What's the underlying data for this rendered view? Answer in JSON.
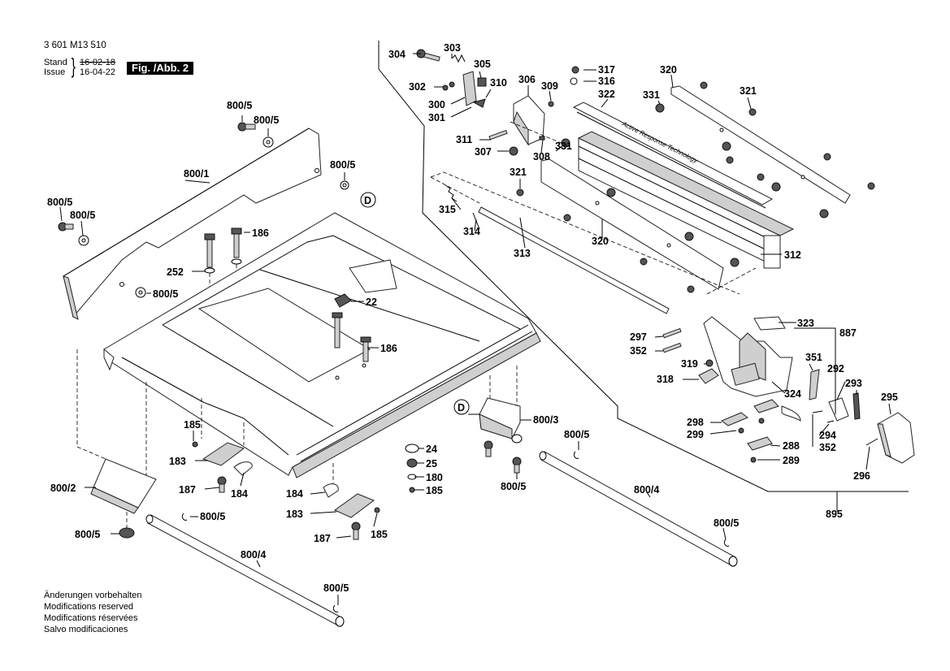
{
  "header": {
    "doc_number": "3 601 M13 510",
    "stand_label": "Stand",
    "issue_label": "Issue",
    "stand_date": "16-02-18",
    "issue_date": "16-04-22",
    "figure_label": "Fig. /Abb. 2"
  },
  "footer_notes": [
    "Änderungen vorbehalten",
    "Modifications reserved",
    "Modifications réservées",
    "Salvo modificaciones"
  ],
  "reference_marker": "D",
  "fence_text": "Active Response Technology",
  "part_numbers": {
    "p304": "304",
    "p303": "303",
    "p305": "305",
    "p317": "317",
    "p316": "316",
    "p320a": "320",
    "p302": "302",
    "p310": "310",
    "p306": "306",
    "p309": "309",
    "p322": "322",
    "p331a": "331",
    "p321a": "321",
    "p300": "300",
    "p301": "301",
    "p311": "311",
    "p307": "307",
    "p308": "308",
    "p331b": "331",
    "p321b": "321",
    "p315": "315",
    "p314": "314",
    "p313": "313",
    "p320b": "320",
    "p312": "312",
    "p323": "323",
    "p887": "887",
    "p297": "297",
    "p352a": "352",
    "p351": "351",
    "p319": "319",
    "p292": "292",
    "p293": "293",
    "p318": "318",
    "p324": "324",
    "p295": "295",
    "p298": "298",
    "p299": "299",
    "p294": "294",
    "p352b": "352",
    "p288": "288",
    "p289": "289",
    "p296": "296",
    "p895": "895",
    "p800_5a": "800/5",
    "p800_5b": "800/5",
    "p800_1": "800/1",
    "p800_5c": "800/5",
    "p800_5d": "800/5",
    "p800_5e": "800/5",
    "p186a": "186",
    "p252": "252",
    "p800_5f": "800/5",
    "p22": "22",
    "p186b": "186",
    "p185a": "185",
    "p183a": "183",
    "p187a": "187",
    "p184a": "184",
    "p800_2": "800/2",
    "p800_5g": "800/5",
    "p800_5h": "800/5",
    "p800_4a": "800/4",
    "p800_5i": "800/5",
    "p800_3": "800/3",
    "p800_5j": "800/5",
    "p24": "24",
    "p25": "25",
    "p180": "180",
    "p185b": "185",
    "p800_5k": "800/5",
    "p184b": "184",
    "p183b": "183",
    "p187b": "187",
    "p185c": "185",
    "p800_4b": "800/4",
    "p800_5l": "800/5"
  }
}
